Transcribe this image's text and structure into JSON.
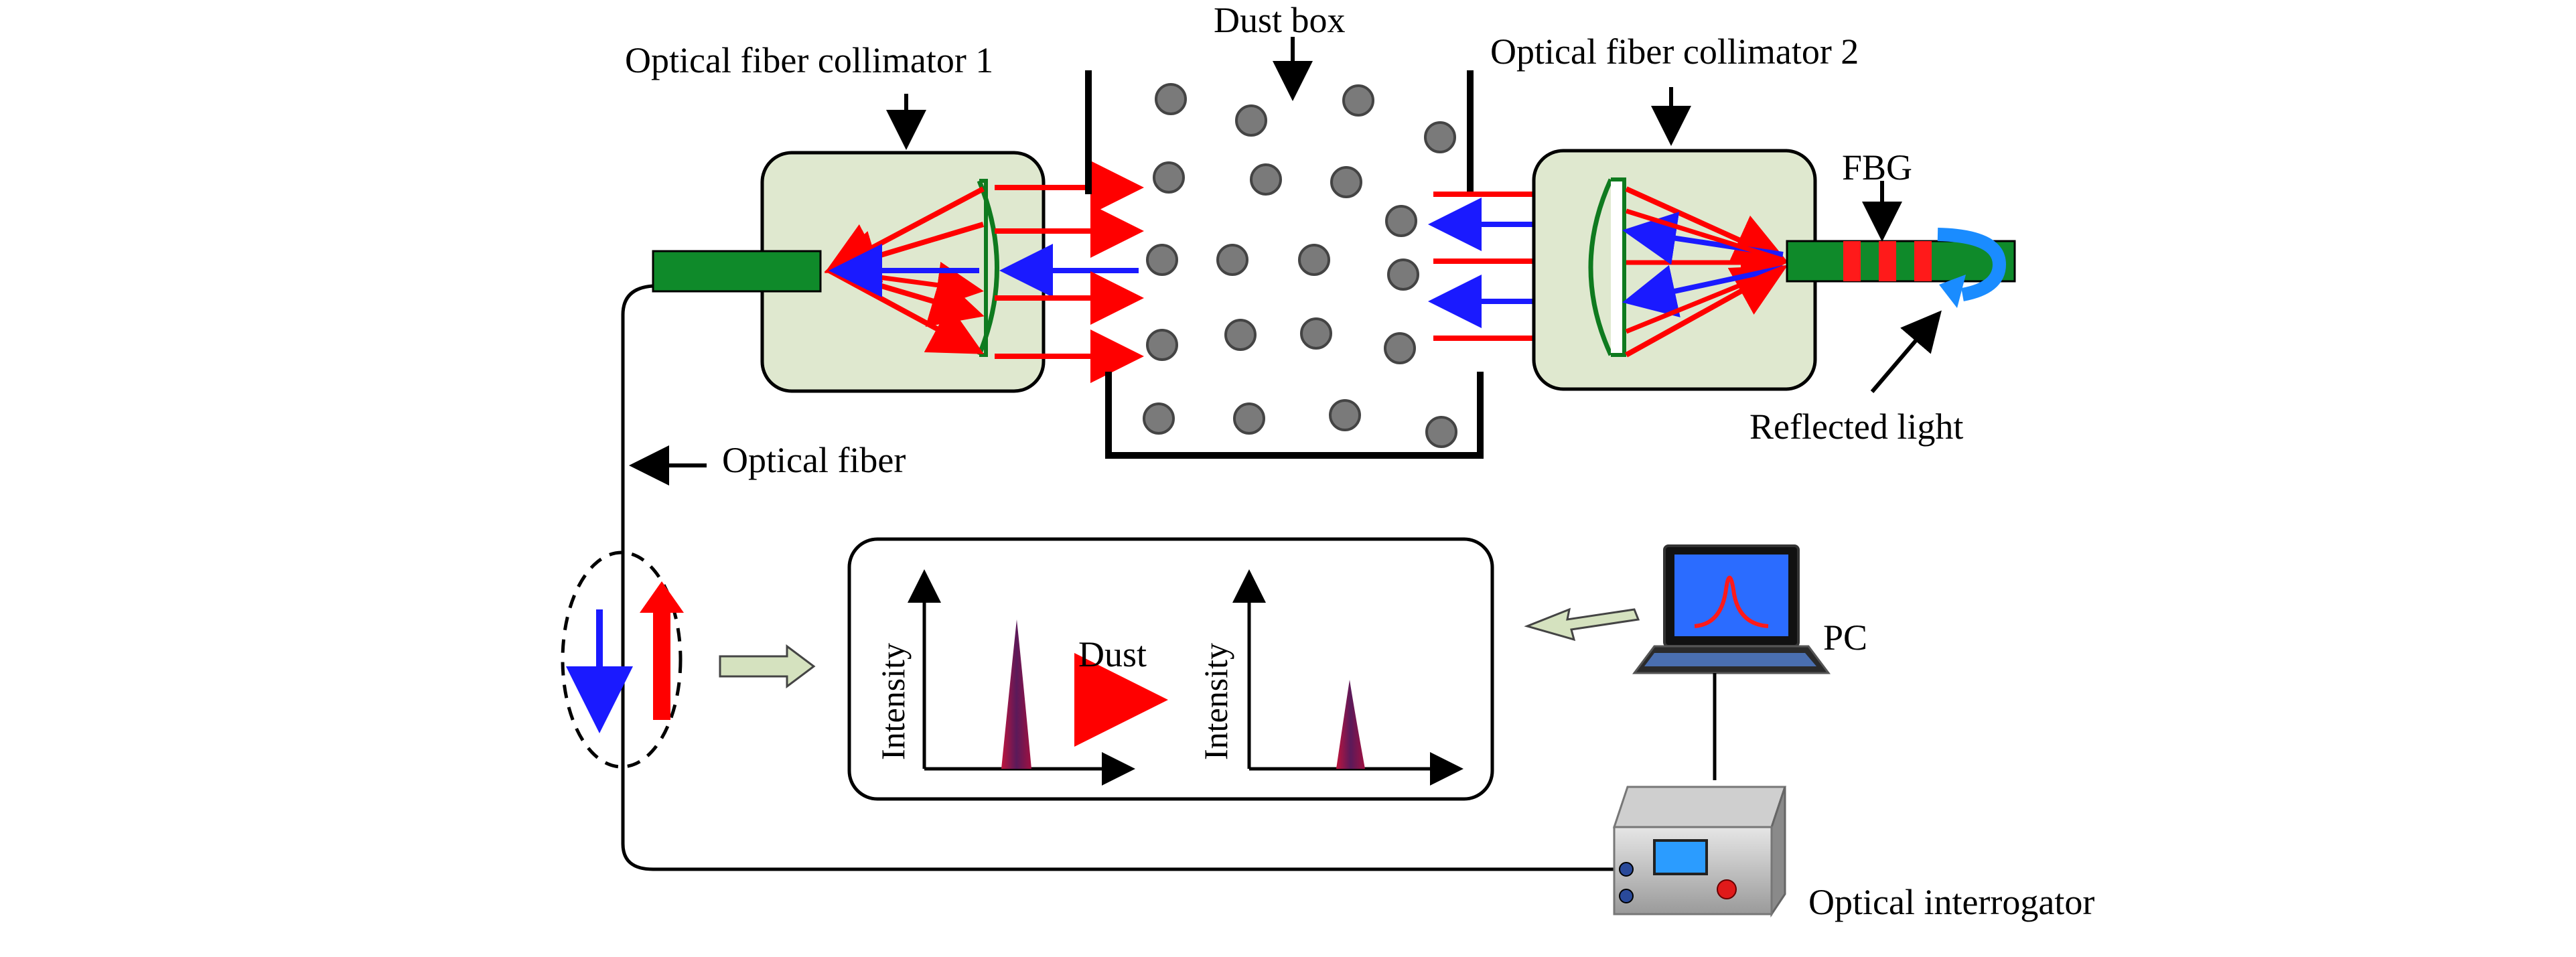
{
  "labels": {
    "collimator_1": "Optical fiber collimator 1",
    "collimator_2": "Optical fiber collimator 2",
    "dust_box": "Dust box",
    "fbg": "FBG",
    "reflected_light": "Reflected light",
    "optical_fiber": "Optical fiber",
    "dust": "Dust",
    "intensity_before": "Intensity",
    "intensity_after": "Intensity",
    "pc": "PC",
    "optical_interrogator": "Optical interrogator"
  },
  "colors": {
    "collimator_fill": "#dfe8cf",
    "fiber_green": "#0f8a2a",
    "fbg_red": "#ff1a1a",
    "ray_red": "#ff0000",
    "ray_blue": "#1a1aff",
    "particle": "#7a7a7a",
    "hollow_arrow": "#d5e2bf",
    "monitor_screen": "#2b6cff",
    "interrogator_body": "#b9b9b9",
    "spectrum_peak": "#7a1a40"
  },
  "icons": [
    "lens-icon",
    "pc-icon",
    "interrogator-icon",
    "spectrum-peak-icon"
  ]
}
